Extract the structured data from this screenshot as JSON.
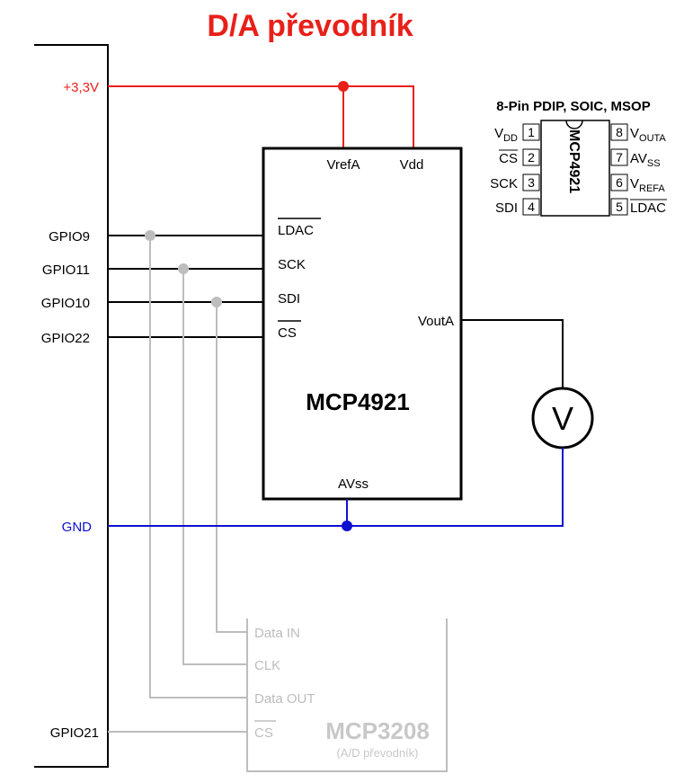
{
  "title": "D/A převodník",
  "rails": {
    "supply": "+3,3V",
    "ground": "GND"
  },
  "gpio": {
    "gpio9": "GPIO9",
    "gpio11": "GPIO11",
    "gpio10": "GPIO10",
    "gpio22": "GPIO22",
    "gpio21": "GPIO21"
  },
  "dac": {
    "name": "MCP4921",
    "pins": {
      "vrefa": "VrefA",
      "vdd": "Vdd",
      "ldac": "LDAC",
      "sck": "SCK",
      "sdi": "SDI",
      "cs": "CS",
      "vouta": "VoutA",
      "avss": "AVss"
    }
  },
  "adc": {
    "name": "MCP3208",
    "subtitle": "(A/D převodník)",
    "pins": {
      "data_in": "Data IN",
      "clk": "CLK",
      "data_out": "Data OUT",
      "cs": "CS"
    }
  },
  "voltmeter": {
    "symbol": "V"
  },
  "package": {
    "title": "8-Pin PDIP, SOIC, MSOP",
    "chip_label": "MCP4921",
    "left_pins": [
      {
        "num": "1",
        "base": "V",
        "sub": "DD"
      },
      {
        "num": "2",
        "base": "CS",
        "sub": ""
      },
      {
        "num": "3",
        "base": "SCK",
        "sub": ""
      },
      {
        "num": "4",
        "base": "SDI",
        "sub": ""
      }
    ],
    "right_pins": [
      {
        "num": "8",
        "base": "V",
        "sub": "OUTA"
      },
      {
        "num": "7",
        "base": "AV",
        "sub": "SS"
      },
      {
        "num": "6",
        "base": "V",
        "sub": "REFA"
      },
      {
        "num": "5",
        "base": "LDAC",
        "sub": ""
      }
    ]
  },
  "colors": {
    "supply": "#e8201a",
    "ground": "#1010d0",
    "adc_grey": "#bdbdbd",
    "wire": "#000000"
  }
}
